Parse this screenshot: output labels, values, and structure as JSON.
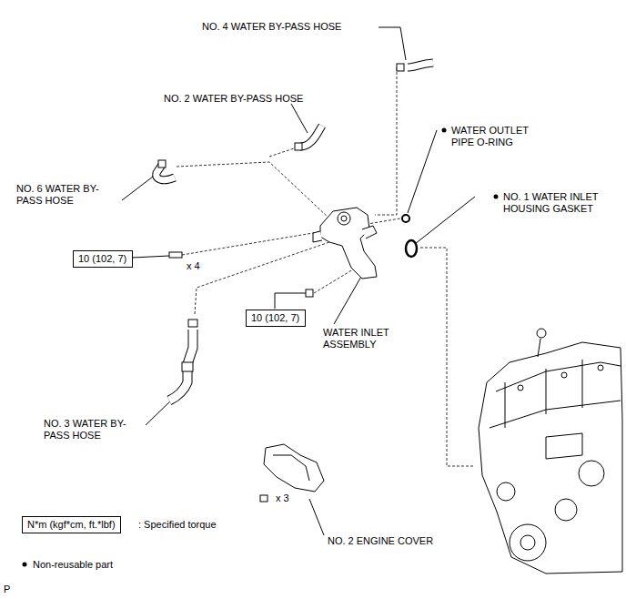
{
  "diagram": {
    "nodes": [
      {
        "text": [
          "10 (102, 7)"
        ]
      },
      {
        "text": [
          "10 (102, 7)"
        ]
      },
      {
        "text": [
          "N*m (kgf*cm, ft.*lbf)"
        ]
      }
    ],
    "edges": [],
    "labels": [
      "NO. 4 WATER BY-PASS HOSE",
      "NO. 2 WATER BY-PASS HOSE",
      "WATER OUTLET PIPE O-RING",
      "NO. 6 WATER BY- PASS HOSE",
      "NO. 1 WATER INLET HOUSING GASKET",
      "x 4",
      "WATER INLET ASSEMBLY",
      "NO. 3 WATER BY- PASS HOSE",
      "x 3",
      "NO. 2 ENGINE COVER",
      "P"
    ],
    "legend": [
      {
        "text": ": Specified torque"
      },
      {
        "text": "Non-reusable part"
      }
    ]
  }
}
